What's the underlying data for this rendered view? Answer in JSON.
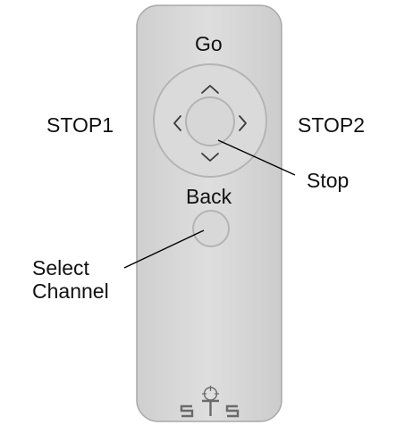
{
  "labels": {
    "go": "Go",
    "stop1": "STOP1",
    "stop2": "STOP2",
    "stop": "Stop",
    "back": "Back",
    "select_line1": "Select",
    "select_line2": "Channel"
  },
  "remote": {
    "logo_text": "STS",
    "colors": {
      "body_fill": "#d7d7d7",
      "body_stroke": "#aaaaaa",
      "ring_stroke": "#b4b4b4",
      "arrow": "#3a3a3a",
      "label_text": "#111111",
      "leader_line": "#000000"
    },
    "icons": [
      "chevron-up-icon",
      "chevron-down-icon",
      "chevron-left-icon",
      "chevron-right-icon",
      "sts-logo-icon"
    ]
  }
}
